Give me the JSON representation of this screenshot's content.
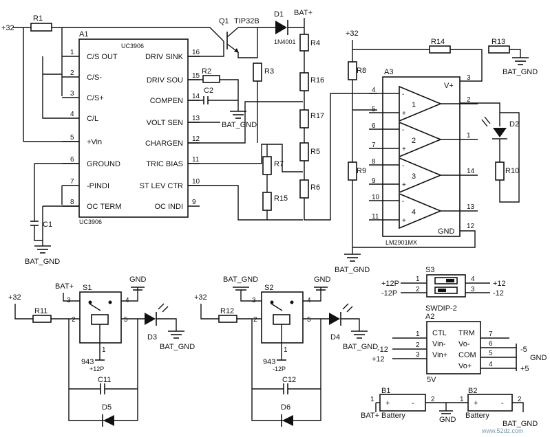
{
  "nets": {
    "plus32_a": "+32",
    "plus32_b": "+32",
    "plus32_c": "+32",
    "plus32_d": "+32",
    "bat_plus": "BAT+",
    "bat_plus_s1": "BAT+",
    "bat_gnd_a": "BAT_GND",
    "bat_gnd_b": "BAT_GND",
    "bat_gnd_c": "BAT_GND",
    "bat_gnd_d": "BAT_GND",
    "bat_gnd_e": "BAT_GND",
    "bat_gnd_f": "BAT_GND",
    "bat_gnd_g": "BAT_GND",
    "bat_gnd_h": "BAT_GND",
    "gnd_a": "GND",
    "gnd_b": "GND",
    "gnd_c": "GND",
    "gnd_d": "GND",
    "p12_a": "+12",
    "m12_a": "-12",
    "p12_b": "+12",
    "m12_b": "-12",
    "m12_c": "-12",
    "p12_c": "+12",
    "p5": "+5",
    "m5": "-5",
    "p12p": "+12P",
    "m12p": "-12P",
    "p12p_s3": "+12P",
    "m12p_s3": "-12P",
    "bat_plus_battery": "BAT+ Battery"
  },
  "u1": {
    "ref": "A1",
    "part_top": "UC3906",
    "part_bottom": "UC3906",
    "left_pins": [
      {
        "num": "1",
        "name": "C/S OUT"
      },
      {
        "num": "2",
        "name": "C/S-"
      },
      {
        "num": "3",
        "name": "C/S+"
      },
      {
        "num": "4",
        "name": "C/L"
      },
      {
        "num": "5",
        "name": "+Vin"
      },
      {
        "num": "6",
        "name": "GROUND"
      },
      {
        "num": "7",
        "name": "-PINDI"
      },
      {
        "num": "8",
        "name": "OC TERM"
      }
    ],
    "right_pins": [
      {
        "num": "16",
        "name": "DRIV SINK"
      },
      {
        "num": "15",
        "name": "DRIV SOU"
      },
      {
        "num": "14",
        "name": "COMPEN"
      },
      {
        "num": "13",
        "name": "VOLT SEN"
      },
      {
        "num": "12",
        "name": "CHARGEN"
      },
      {
        "num": "11",
        "name": "TRIC BIAS"
      },
      {
        "num": "10",
        "name": "ST LEV CTR"
      },
      {
        "num": "9",
        "name": "OC INDI"
      }
    ]
  },
  "u3": {
    "ref": "A3",
    "part": "LM2901MX",
    "vplus": "V+",
    "gnd": "GND",
    "pins": {
      "p4": "4",
      "p5": "5",
      "p6": "6",
      "p7": "7",
      "p8": "8",
      "p9": "9",
      "p10": "10",
      "p11": "11",
      "p2": "2",
      "p1": "1",
      "p14": "14",
      "p13": "13",
      "p3": "3",
      "p12": "12"
    },
    "amps": [
      "1",
      "2",
      "3",
      "4"
    ]
  },
  "components": {
    "q1": "Q1",
    "q1_part": "TIP32B",
    "d1": "D1",
    "d1_part": "1N4001",
    "d2": "D2",
    "d3": "D3",
    "d4": "D4",
    "d5": "D5",
    "d6": "D6",
    "r1": "R1",
    "r2": "R2",
    "r3": "R3",
    "r4": "R4",
    "r5": "R5",
    "r6": "R6",
    "r7": "R7",
    "r8": "R8",
    "r9": "R9",
    "r10": "R10",
    "r11": "R11",
    "r12": "R12",
    "r13": "R13",
    "r14": "R14",
    "r15": "R15",
    "r16": "R16",
    "r17": "R17",
    "c1": "C1",
    "c2": "C2",
    "c11": "C11",
    "c12": "C12",
    "b1": "B1",
    "b2": "B2",
    "battery_b2": "Battery"
  },
  "s1": {
    "ref": "S1",
    "part": "943",
    "pins": [
      "1",
      "2",
      "3",
      "4",
      "5"
    ]
  },
  "s2": {
    "ref": "S2",
    "part": "943",
    "pins": [
      "1",
      "2",
      "3",
      "4",
      "5"
    ]
  },
  "s3": {
    "ref": "S3",
    "part": "SWDIP-2",
    "pins": [
      "1",
      "2",
      "3",
      "4"
    ]
  },
  "a2": {
    "ref": "A2",
    "part": "5V",
    "left": [
      {
        "num": "1",
        "name": "CTL"
      },
      {
        "num": "2",
        "name": "Vin-"
      },
      {
        "num": "3",
        "name": "Vin+"
      }
    ],
    "right": [
      {
        "num": "7",
        "name": "TRM"
      },
      {
        "num": "6",
        "name": "Vo-"
      },
      {
        "num": "5",
        "name": "COM"
      },
      {
        "num": "4",
        "name": "Vo+"
      }
    ]
  },
  "batteries": {
    "b1_pins": [
      "1",
      "2"
    ],
    "b2_pins": [
      "1",
      "2"
    ],
    "plus": "+",
    "minus": "-"
  },
  "watermark": "www.52dz.com"
}
